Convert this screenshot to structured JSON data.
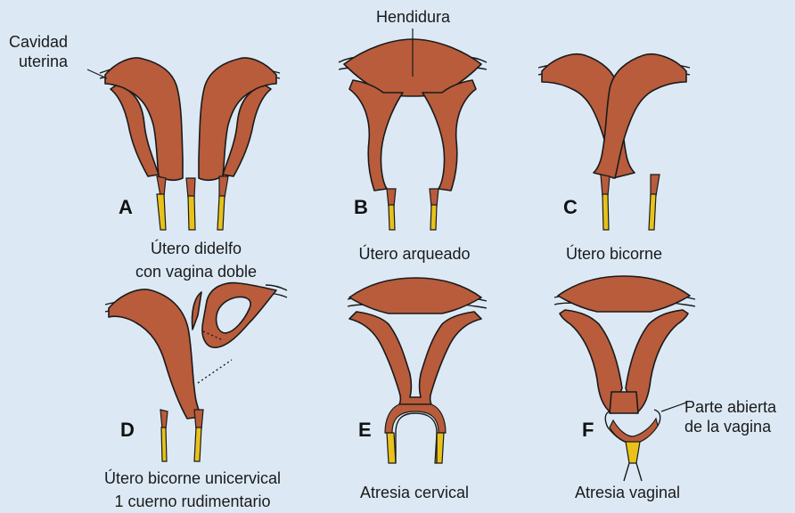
{
  "annotations": {
    "cavity": [
      "Cavidad",
      "uterina"
    ],
    "cleft": "Hendidura",
    "open_vagina": [
      "Parte abierta",
      "de la vagina"
    ]
  },
  "panels": {
    "A": {
      "letter": "A",
      "caption": [
        "Útero didelfo",
        "con vagina doble"
      ]
    },
    "B": {
      "letter": "B",
      "caption": [
        "Útero arqueado"
      ]
    },
    "C": {
      "letter": "C",
      "caption": [
        "Útero bicorne"
      ]
    },
    "D": {
      "letter": "D",
      "caption": [
        "Útero bicorne unicervical",
        "1 cuerno rudimentario"
      ]
    },
    "E": {
      "letter": "E",
      "caption": [
        "Atresia cervical"
      ]
    },
    "F": {
      "letter": "F",
      "caption": [
        "Atresia vaginal"
      ]
    }
  },
  "colors": {
    "background": "#dce9f5",
    "uterus": "#b85c3c",
    "vagina": "#e8c21a",
    "outline": "#1a1a1a"
  }
}
